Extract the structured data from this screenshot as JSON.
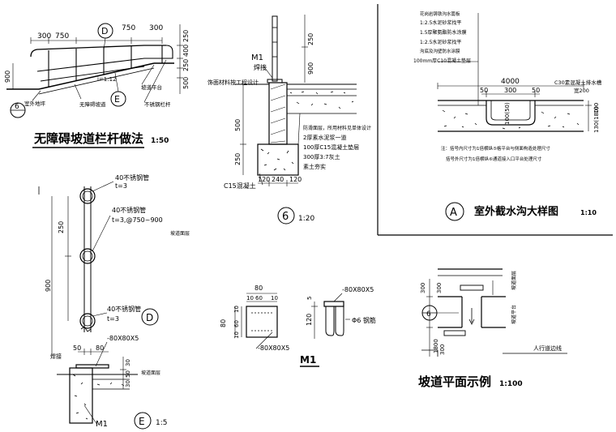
{
  "titles": {
    "railing": "无障碍坡道栏杆做法",
    "railing_scale": "1:50",
    "drain": "室外截水沟大样图",
    "drain_scale": "1:10",
    "plan": "坡道平面示例",
    "plan_scale": "1:100",
    "m1": "M1",
    "e_scale": "1:5",
    "six_scale": "1:20"
  },
  "markers": {
    "d": "D",
    "e": "E",
    "six": "6",
    "a": "A"
  },
  "railing": {
    "dims": [
      "300",
      "750",
      "750",
      "300",
      "250",
      "400",
      "250",
      "500",
      "900"
    ],
    "labels": {
      "slope_note": "i=1:12",
      "outdoor": "室外地坪",
      "slope": "无障碍坡道",
      "platform": "坡道平台",
      "handrail": "不锈钢栏杆"
    }
  },
  "section6": {
    "m1": "M1",
    "weld": "焊接",
    "finish": "饰面材料按工程设计",
    "dims_v": [
      "250",
      "900",
      "500",
      "250"
    ],
    "dims_h": [
      "120",
      "240",
      "120"
    ],
    "notes": [
      "防滑面层，所用材料见单体设计",
      "2厚素水泥浆一道",
      "100厚C15混凝土垫层",
      "300厚3:7灰土",
      "素土夯实"
    ],
    "c15": "C15混凝土"
  },
  "drain": {
    "notes": [
      "花岗岩铸铁沟水篦板",
      "1:2.5水泥砂浆找平",
      "1.5厚聚氨酯防水涂膜",
      "1:2.5水泥砂浆找平",
      "沟底及沟壁防水涂膜",
      "100mm厚C10混凝土垫层"
    ],
    "c30": "C30素混凝土排水槽",
    "c30b": "宽200",
    "dims_top": [
      "4000"
    ],
    "dims_mid": [
      "50",
      "300",
      "50"
    ],
    "dims_v": [
      "100(50)",
      "100",
      "130(180)"
    ],
    "foot": [
      "注：括号内尺寸为1倍横纵⑤格平台与侧面构造处理尺寸",
      "括号外尺寸为1倍横纵⑥通道接入口平台处理尺寸"
    ]
  },
  "detailD": {
    "pipe1": "40不锈钢管",
    "pipe1b": "t=3",
    "pipe2": "40不锈钢管",
    "pipe2b": "t=3,@750~900",
    "pipe3": "40不锈钢管",
    "pipe3b": "t=3",
    "finish": "坡道面层",
    "dims_v": [
      "250",
      "900"
    ]
  },
  "detailE": {
    "plate": "-80X80X5",
    "weld": "焊接",
    "finish": "坡道面层",
    "dims_h": [
      "50",
      "80"
    ],
    "dims_v": [
      "30",
      "50",
      "30"
    ],
    "m1": "M1"
  },
  "m1": {
    "dims_top": [
      "80",
      "10",
      "60",
      "10"
    ],
    "dims_side": [
      "80",
      "10",
      "60",
      "10"
    ],
    "plate": "-80X80X5",
    "plate2": "-80X80X5",
    "rod": "Φ6 钢筋",
    "dims_v": [
      "5",
      "120"
    ]
  },
  "plan": {
    "dims_v": [
      "300",
      "300",
      "1800",
      "300"
    ],
    "labels": [
      "坡道面层",
      "坡道平台",
      "人行道边线"
    ]
  }
}
